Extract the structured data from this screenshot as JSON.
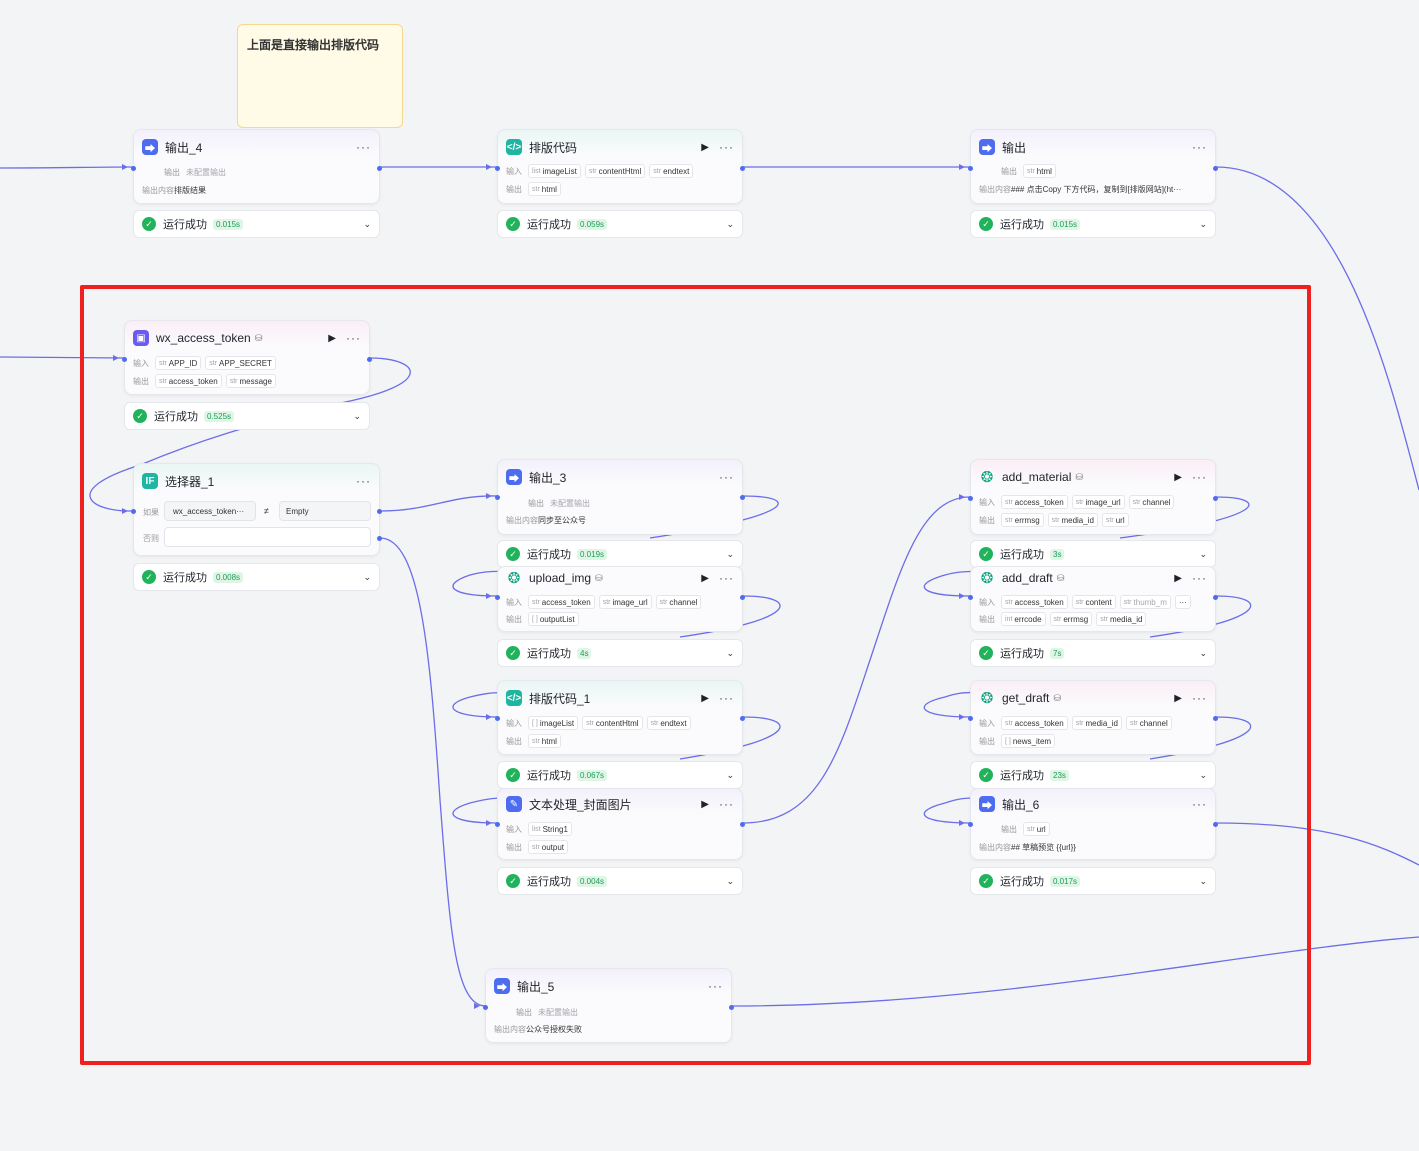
{
  "note": {
    "text": "上面是直接输出排版代码"
  },
  "labels": {
    "input": "输入",
    "output": "输出",
    "output_content": "输出内容",
    "if": "如果",
    "else": "否则",
    "not_configured": "未配置输出"
  },
  "status_text": "运行成功",
  "nodes": {
    "out4": {
      "title": "输出_4",
      "content": "排版结果",
      "time": "0.015s"
    },
    "layout": {
      "title": "排版代码",
      "in": [
        {
          "t": "list",
          "n": "imageList"
        },
        {
          "t": "str",
          "n": "contentHtml"
        },
        {
          "t": "str",
          "n": "endtext"
        }
      ],
      "out": [
        {
          "t": "str",
          "n": "html"
        }
      ],
      "time": "0.059s"
    },
    "output": {
      "title": "输出",
      "out": [
        {
          "t": "str",
          "n": "html"
        }
      ],
      "content": "### 点击Copy 下方代码，复制到[排版网站](ht···",
      "time": "0.015s"
    },
    "wxtoken": {
      "title": "wx_access_token",
      "in": [
        {
          "t": "str",
          "n": "APP_ID"
        },
        {
          "t": "str",
          "n": "APP_SECRET"
        }
      ],
      "out": [
        {
          "t": "str",
          "n": "access_token"
        },
        {
          "t": "str",
          "n": "message"
        }
      ],
      "time": "0.525s"
    },
    "selector": {
      "title": "选择器_1",
      "var": "wx_access_token···",
      "op": "≠",
      "value": "Empty",
      "time": "0.008s"
    },
    "out3": {
      "title": "输出_3",
      "content": "同步至公众号",
      "time": "0.019s"
    },
    "upload": {
      "title": "upload_img",
      "in": [
        {
          "t": "str",
          "n": "access_token"
        },
        {
          "t": "str",
          "n": "image_url"
        },
        {
          "t": "str",
          "n": "channel"
        }
      ],
      "out": [
        {
          "t": "[ ]",
          "n": "outputList"
        }
      ],
      "time": "4s"
    },
    "layout1": {
      "title": "排版代码_1",
      "in": [
        {
          "t": "[ ]",
          "n": "imageList"
        },
        {
          "t": "str",
          "n": "contentHtml"
        },
        {
          "t": "str",
          "n": "endtext"
        }
      ],
      "out": [
        {
          "t": "str",
          "n": "html"
        }
      ],
      "time": "0.067s"
    },
    "textproc": {
      "title": "文本处理_封面图片",
      "in": [
        {
          "t": "list",
          "n": "String1"
        }
      ],
      "out": [
        {
          "t": "str",
          "n": "output"
        }
      ],
      "time": "0.004s"
    },
    "addmat": {
      "title": "add_material",
      "in": [
        {
          "t": "str",
          "n": "access_token"
        },
        {
          "t": "str",
          "n": "image_url"
        },
        {
          "t": "str",
          "n": "channel"
        }
      ],
      "out": [
        {
          "t": "str",
          "n": "errmsg"
        },
        {
          "t": "str",
          "n": "media_id"
        },
        {
          "t": "str",
          "n": "url"
        }
      ],
      "time": "3s"
    },
    "adddraft": {
      "title": "add_draft",
      "in": [
        {
          "t": "str",
          "n": "access_token"
        },
        {
          "t": "str",
          "n": "content"
        },
        {
          "t": "str",
          "n": "thumb_m"
        }
      ],
      "out": [
        {
          "t": "int",
          "n": "errcode"
        },
        {
          "t": "str",
          "n": "errmsg"
        },
        {
          "t": "str",
          "n": "media_id"
        }
      ],
      "time": "7s"
    },
    "getdraft": {
      "title": "get_draft",
      "in": [
        {
          "t": "str",
          "n": "access_token"
        },
        {
          "t": "str",
          "n": "media_id"
        },
        {
          "t": "str",
          "n": "channel"
        }
      ],
      "out": [
        {
          "t": "[ ]",
          "n": "news_item"
        }
      ],
      "time": "23s"
    },
    "out6": {
      "title": "输出_6",
      "out": [
        {
          "t": "str",
          "n": "url"
        }
      ],
      "content": "## 草稿预览 {{url}}",
      "time": "0.017s"
    },
    "out5": {
      "title": "输出_5",
      "content": "公众号授权失败"
    }
  },
  "colors": {
    "wire": "#6b6ee8",
    "port": "#4e6cf0",
    "selection": "#ee2020",
    "success": "#21b35c",
    "note_bg": "#fffbe6"
  },
  "icons": {
    "output": "output-icon",
    "code": "code-icon",
    "plugin": "plugin-icon",
    "openai": "openai-icon",
    "if": "if-icon",
    "text": "text-process-icon"
  }
}
